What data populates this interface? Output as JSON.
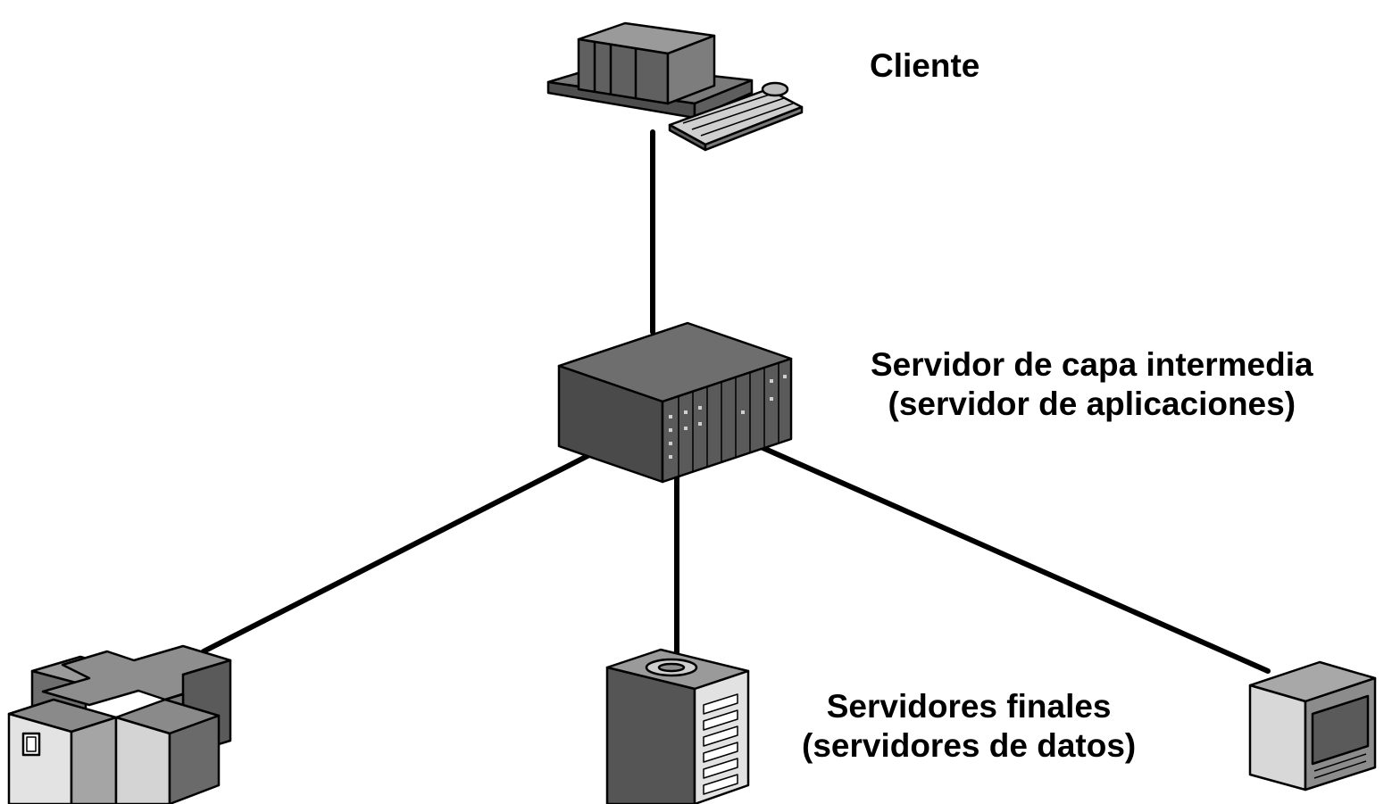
{
  "labels": {
    "client": "Cliente",
    "middle_tier_line1": "Servidor de capa intermedia",
    "middle_tier_line2": "(servidor de aplicaciones)",
    "backend_line1": "Servidores finales",
    "backend_line2": "(servidores de datos)"
  },
  "icons": {
    "client": "desktop-computer-icon",
    "middle_tier": "rack-server-icon",
    "backend_left": "mainframe-cluster-icon",
    "backend_center": "tower-server-icon",
    "backend_right": "cube-server-icon"
  },
  "colors": {
    "background": "#ffffff",
    "line": "#000000",
    "device_dark": "#555555",
    "device_mid": "#888888",
    "device_light": "#d9d9d9"
  }
}
